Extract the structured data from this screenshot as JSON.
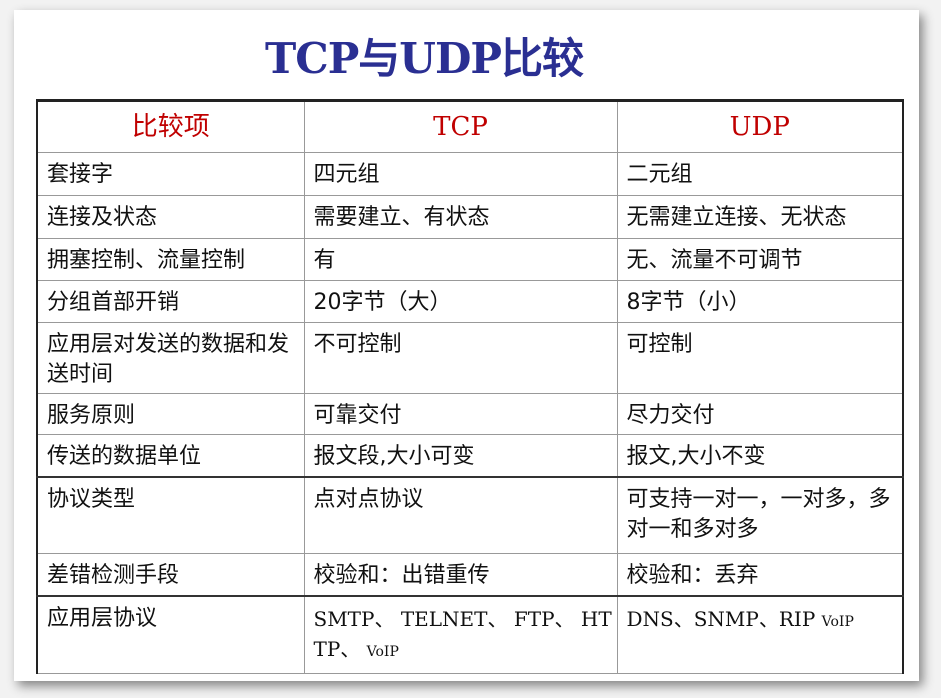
{
  "title": "TCP与UDP比较",
  "table": {
    "headers": [
      "比较项",
      "TCP",
      "UDP"
    ],
    "rows": [
      {
        "item": "套接字",
        "tcp": "四元组",
        "udp": "二元组"
      },
      {
        "item": "连接及状态",
        "tcp": "需要建立、有状态",
        "udp": "无需建立连接、无状态"
      },
      {
        "item": "拥塞控制、流量控制",
        "tcp": "有",
        "udp": "无、流量不可调节"
      },
      {
        "item": "分组首部开销",
        "tcp": "20字节（大）",
        "udp": "8字节（小）"
      },
      {
        "item": "应用层对发送的数据和发送时间",
        "tcp": "不可控制",
        "udp": "可控制"
      },
      {
        "item": "服务原则",
        "tcp": "可靠交付",
        "udp": "尽力交付"
      },
      {
        "item": "传送的数据单位",
        "tcp": "报文段,大小可变",
        "udp": "报文,大小不变"
      },
      {
        "item": "协议类型",
        "tcp": "点对点协议",
        "udp": "可支持一对一，一对多，多对一和多对多"
      },
      {
        "item": "差错检测手段",
        "tcp": "校验和：出错重传",
        "udp": "校验和：丢弃"
      },
      {
        "item": "应用层协议",
        "tcp": "SMTP、 TELNET、 FTP、 HTTP、",
        "tcp_small": "VoIP",
        "udp": "DNS、SNMP、RIP",
        "udp_small": "VoIP"
      }
    ]
  }
}
